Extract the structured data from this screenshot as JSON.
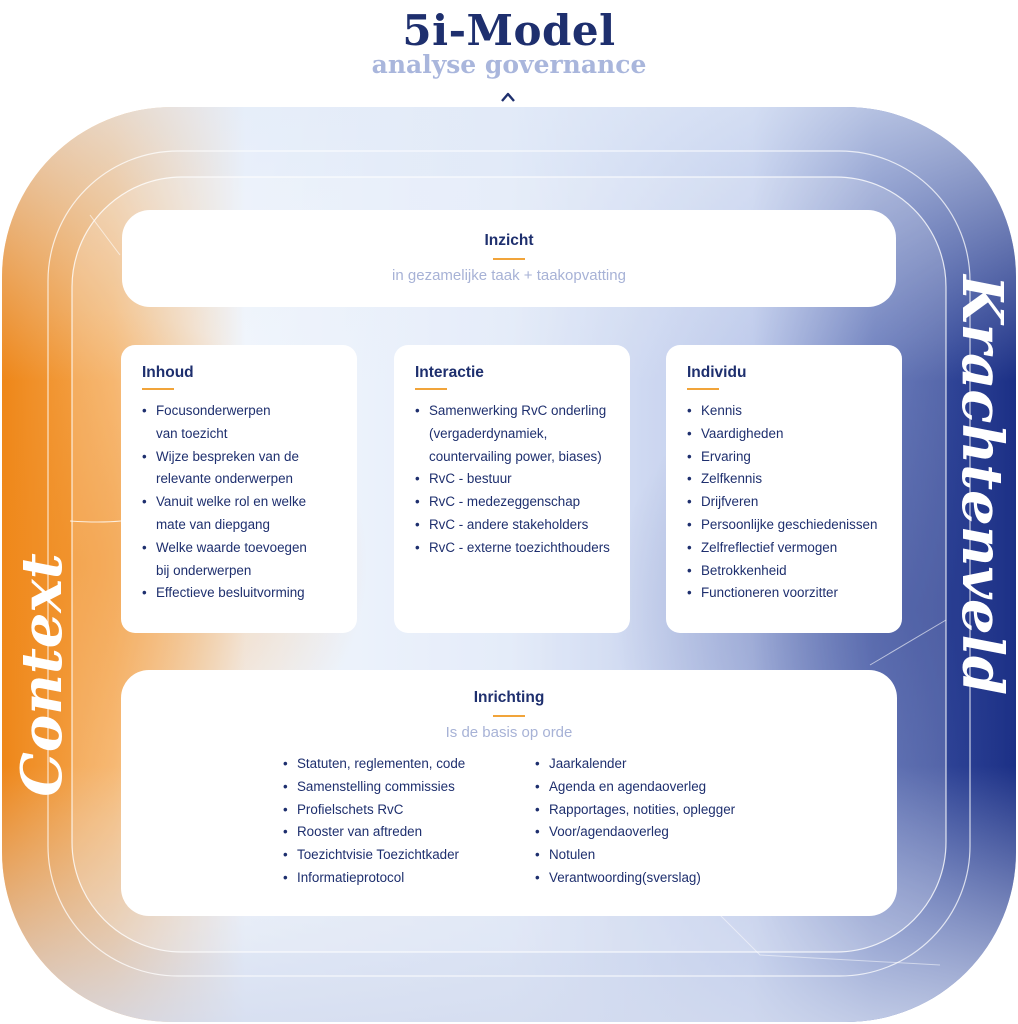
{
  "header": {
    "title": "5i-Model",
    "subtitle": "analyse governance"
  },
  "side_labels": {
    "left": "Context",
    "right": "Krachtenveld"
  },
  "inzicht": {
    "title": "Inzicht",
    "subtitle": "in gezamelijke taak + taakopvatting"
  },
  "inhoud": {
    "title": "Inhoud",
    "items": [
      "Focusonderwerpen",
      "van toezicht",
      "Wijze bespreken van de",
      "relevante onderwerpen",
      "Vanuit welke rol en welke",
      "mate van diepgang",
      "Welke waarde toevoegen",
      "bij onderwerpen",
      "Effectieve besluitvorming"
    ]
  },
  "interactie": {
    "title": "Interactie",
    "items": [
      "Samenwerking RvC onderling",
      "(vergaderdynamiek,",
      "countervailing power, biases)",
      "RvC - bestuur",
      "RvC - medezeggenschap",
      "RvC - andere stakeholders",
      "RvC - externe toezichthouders"
    ]
  },
  "individu": {
    "title": "Individu",
    "items": [
      "Kennis",
      "Vaardigheden",
      "Ervaring",
      "Zelfkennis",
      "Drijfveren",
      "Persoonlijke geschiedenissen",
      "Zelfreflectief vermogen",
      "Betrokkenheid",
      "Functioneren voorzitter"
    ]
  },
  "inrichting": {
    "title": "Inrichting",
    "subtitle": "Is de basis op orde",
    "items_left": [
      "Statuten, reglementen, code",
      "Samenstelling commissies",
      "Profielschets RvC",
      "Rooster van aftreden",
      "Toezichtvisie Toezichtkader",
      "Informatieprotocol"
    ],
    "items_right": [
      "Jaarkalender",
      "Agenda en agendaoverleg",
      "Rapportages, notities, oplegger",
      "Voor/agendaoverleg",
      "Notulen",
      "Verantwoording(sverslag)"
    ]
  },
  "colors": {
    "navy": "#1e2f6e",
    "orange": "#f08a1c",
    "blue": "#22368c",
    "accent_line": "#f1a43a",
    "muted": "#a7b2d6"
  }
}
